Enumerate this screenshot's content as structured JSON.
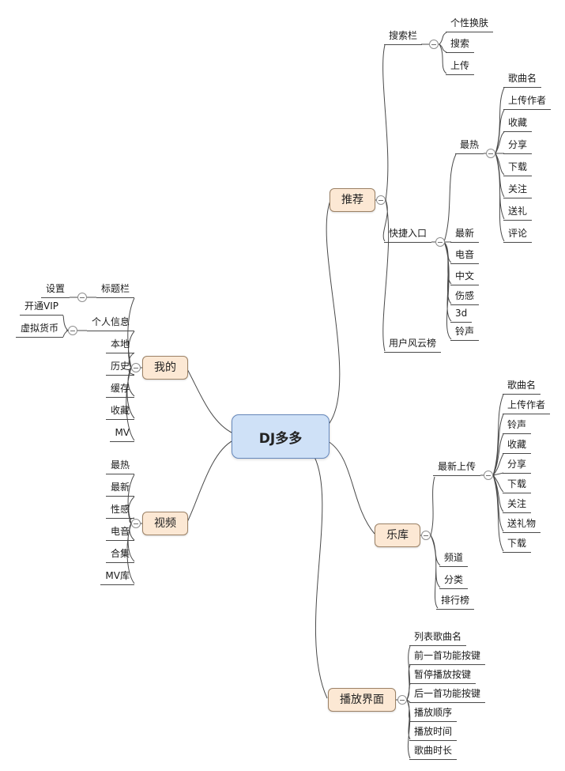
{
  "mindmap": {
    "root": "DJ多多",
    "recommend": {
      "label": "推荐",
      "search_bar": {
        "label": "搜索栏",
        "items": [
          "个性换肤",
          "搜索",
          "上传"
        ]
      },
      "quick_entry": {
        "label": "快捷入口",
        "hottest": {
          "label": "最热",
          "items": [
            "歌曲名",
            "上传作者",
            "收藏",
            "分享",
            "下载",
            "关注",
            "送礼",
            "评论"
          ]
        },
        "items": [
          "最新",
          "电音",
          "中文",
          "伤感",
          "3d",
          "铃声"
        ]
      },
      "user_rank": {
        "label": "用户风云榜"
      }
    },
    "mine": {
      "label": "我的",
      "title_bar": {
        "label": "标题栏",
        "items": [
          "设置"
        ]
      },
      "personal_info": {
        "label": "个人信息",
        "items": [
          "开通VIP",
          "虚拟货币"
        ]
      },
      "items": [
        "本地",
        "历史",
        "缓存",
        "收藏",
        "MV"
      ]
    },
    "video": {
      "label": "视频",
      "items": [
        "最热",
        "最新",
        "性感",
        "电音",
        "合集",
        "MV库"
      ]
    },
    "library": {
      "label": "乐库",
      "latest_upload": {
        "label": "最新上传",
        "items": [
          "歌曲名",
          "上传作者",
          "铃声",
          "收藏",
          "分享",
          "下载",
          "关注",
          "送礼物",
          "下载"
        ]
      },
      "items": [
        "频道",
        "分类",
        "排行榜"
      ]
    },
    "player": {
      "label": "播放界面",
      "items": [
        "列表歌曲名",
        "前一首功能按键",
        "暂停播放按键",
        "后一首功能按键",
        "播放顺序",
        "播放时间",
        "歌曲时长"
      ]
    }
  },
  "colors": {
    "canvas": "#ffffff",
    "root_fill": "#cfe1f7",
    "root_border": "#6688bb",
    "topic_fill": "#fce8d4",
    "topic_border": "#9c8266",
    "line": "#4a4a4a"
  }
}
